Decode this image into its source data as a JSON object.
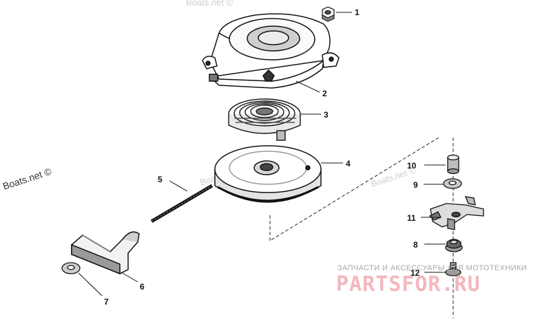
{
  "callouts": [
    {
      "number": "1"
    },
    {
      "number": "2"
    },
    {
      "number": "3"
    },
    {
      "number": "4"
    },
    {
      "number": "5"
    },
    {
      "number": "6"
    },
    {
      "number": "7"
    },
    {
      "number": "8"
    },
    {
      "number": "9"
    },
    {
      "number": "10"
    },
    {
      "number": "11"
    },
    {
      "number": "12"
    }
  ],
  "watermarks": {
    "boats_left": "Boats.net ©",
    "boats_top": "Boats.net ©",
    "boats_mid": "Boats.net ©",
    "boats_right": "Boats.net ©",
    "parts_subtitle": "ЗАПЧАСТИ И АКСЕССУАРЫ ДЛЯ МОТОТЕХНИКИ",
    "parts_brand": "PARTSFOR.RU"
  }
}
